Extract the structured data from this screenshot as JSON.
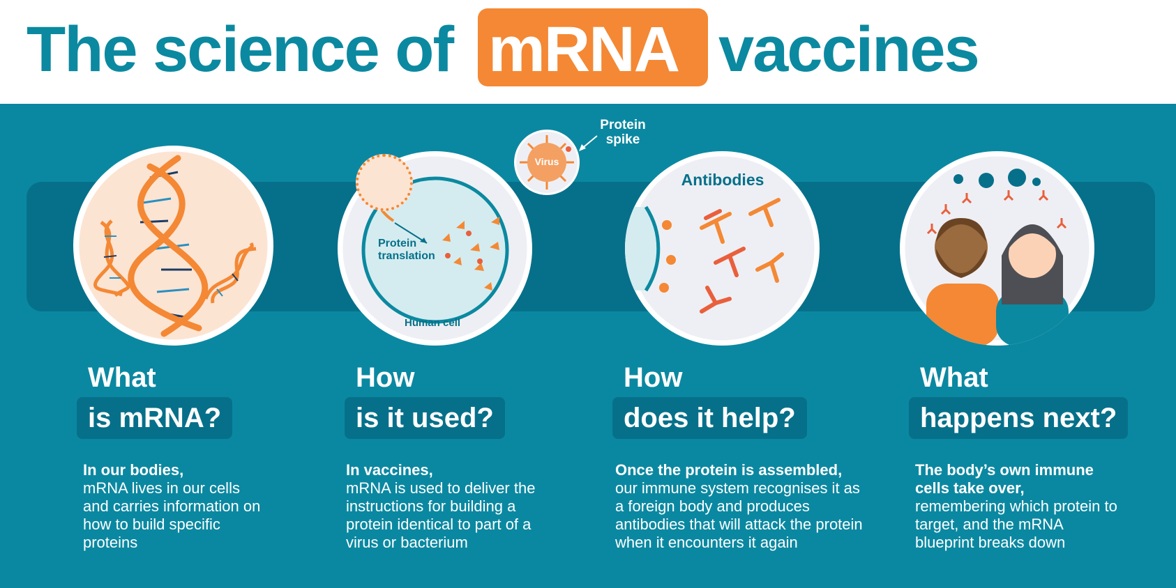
{
  "header": {
    "title_prefix": "The science of",
    "title_highlight": "mRNA",
    "title_suffix": "vaccines"
  },
  "illustrations": {
    "virus_label": "Virus",
    "protein_spike_label": "Protein spike",
    "protein_translation_label": "Protein translation",
    "human_cell_label": "Human cell",
    "antibodies_label": "Antibodies"
  },
  "sections": [
    {
      "heading_line1": "What",
      "heading_line2": "is mRNA?",
      "lead": "In our bodies,",
      "body": "mRNA lives in our cells and carries information on how to build specific proteins"
    },
    {
      "heading_line1": "How",
      "heading_line2": "is it used?",
      "lead": "In vaccines,",
      "body": "mRNA is used to deliver the instructions for building a protein identical to part of a virus or bacterium"
    },
    {
      "heading_line1": "How",
      "heading_line2": "does it help?",
      "lead": "Once the protein is assembled,",
      "body": "our immune system recognises it as a foreign body and produces antibodies that will attack the protein when it encounters it again"
    },
    {
      "heading_line1": "What",
      "heading_line2": "happens next?",
      "lead": "The body’s own immune cells take over,",
      "body": "remembering which protein to target, and the mRNA blueprint breaks down"
    }
  ],
  "colors": {
    "brand_teal": "#0b89a0",
    "band_dark_teal": "#06708a",
    "accent_orange": "#f48834"
  },
  "icons": [
    "dna-strand-icon",
    "virus-icon",
    "human-cell-icon",
    "antibody-icon",
    "people-icon"
  ]
}
